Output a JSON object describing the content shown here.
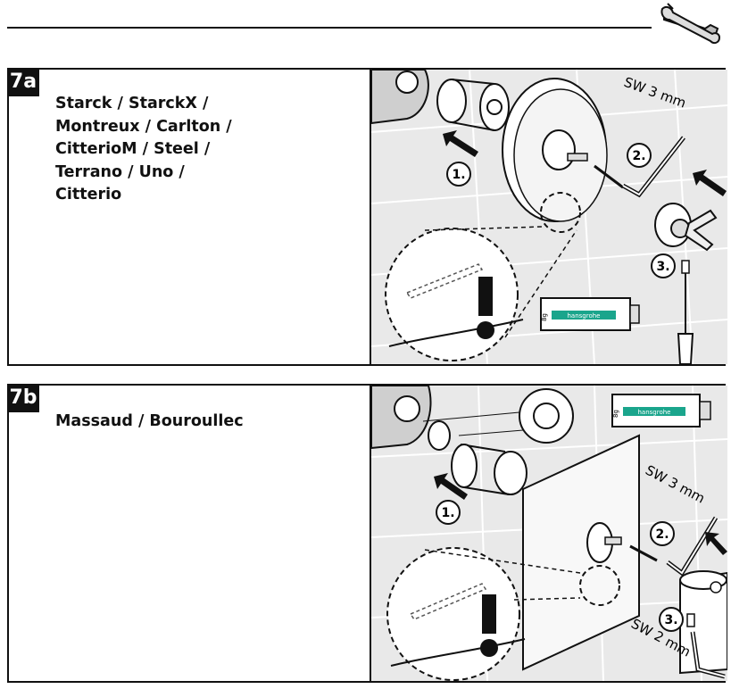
{
  "header": {
    "tools_icon": "wrench-screwdriver-icon"
  },
  "step_a": {
    "tag": "7a",
    "titles": [
      "Starck / StarckX /",
      "Montreux / Carlton /",
      "CitterioM / Steel /",
      "Terrano / Uno /",
      "Citterio"
    ],
    "callouts": {
      "one": "1.",
      "two": "2.",
      "three": "3."
    },
    "wrench_label": "SW 3 mm",
    "tube_brand": "hansgrohe",
    "tube_weight": "8g"
  },
  "step_b": {
    "tag": "7b",
    "titles": [
      "Massaud / Bouroullec"
    ],
    "callouts": {
      "one": "1.",
      "two": "2.",
      "three": "3."
    },
    "wrench_label_1": "SW 3 mm",
    "wrench_label_2": "SW 2 mm",
    "tube_brand": "hansgrohe",
    "tube_weight": "8g"
  },
  "colors": {
    "ink": "#111111",
    "tile": "#e6e6e6",
    "tube_green": "#1aa58c"
  }
}
